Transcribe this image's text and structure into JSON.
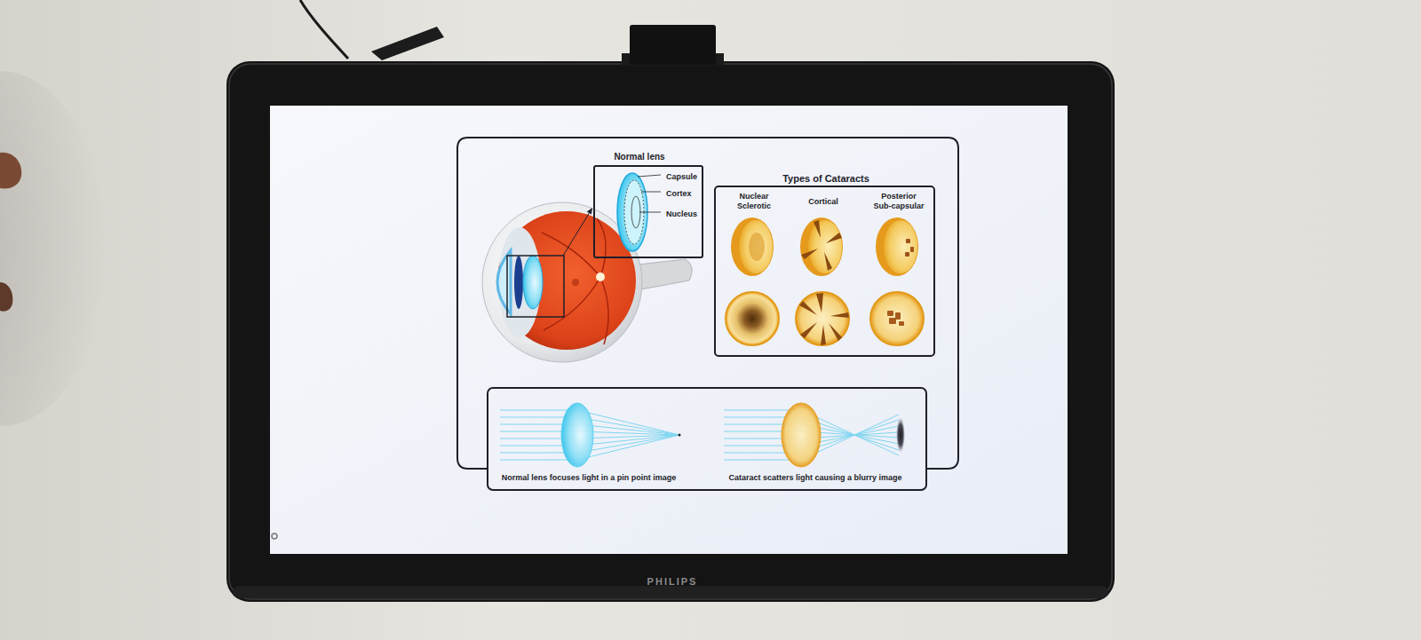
{
  "diagram": {
    "nodes": [
      {
        "text": [
          "Normal lens",
          "Capsule",
          "Cortex",
          "Nucleus"
        ]
      },
      {
        "text": [
          "Types of Cataracts",
          "Nuclear Sclerotic",
          "Cortical",
          "Posterior Sub-capsular"
        ]
      },
      {
        "text": [
          "Normal lens focuses light in a pin point image",
          "Cataract scatters light causing a blurry image"
        ]
      }
    ],
    "labels": [
      "PHILIPS"
    ]
  }
}
